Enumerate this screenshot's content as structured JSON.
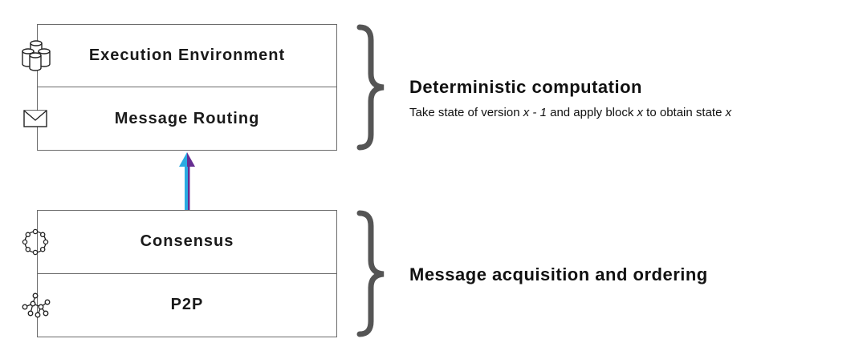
{
  "top_stack": {
    "layers": [
      {
        "label": "Execution Environment",
        "icon": "database-icon"
      },
      {
        "label": "Message Routing",
        "icon": "envelope-icon"
      }
    ]
  },
  "bottom_stack": {
    "layers": [
      {
        "label": "Consensus",
        "icon": "ring-network-icon"
      },
      {
        "label": "P2P",
        "icon": "mesh-network-icon"
      }
    ]
  },
  "top_group": {
    "heading": "Deterministic computation",
    "description": {
      "part1": "Take state of version ",
      "var1": "x - 1",
      "part2": " and apply block ",
      "var2": "x",
      "part3": " to obtain state ",
      "var3": "x"
    }
  },
  "bottom_group": {
    "heading": "Message acquisition and ordering"
  },
  "colors": {
    "border": "#6b6b6b",
    "brace": "#555555",
    "arrow_blue": "#29abe2",
    "arrow_purple": "#662d91"
  }
}
